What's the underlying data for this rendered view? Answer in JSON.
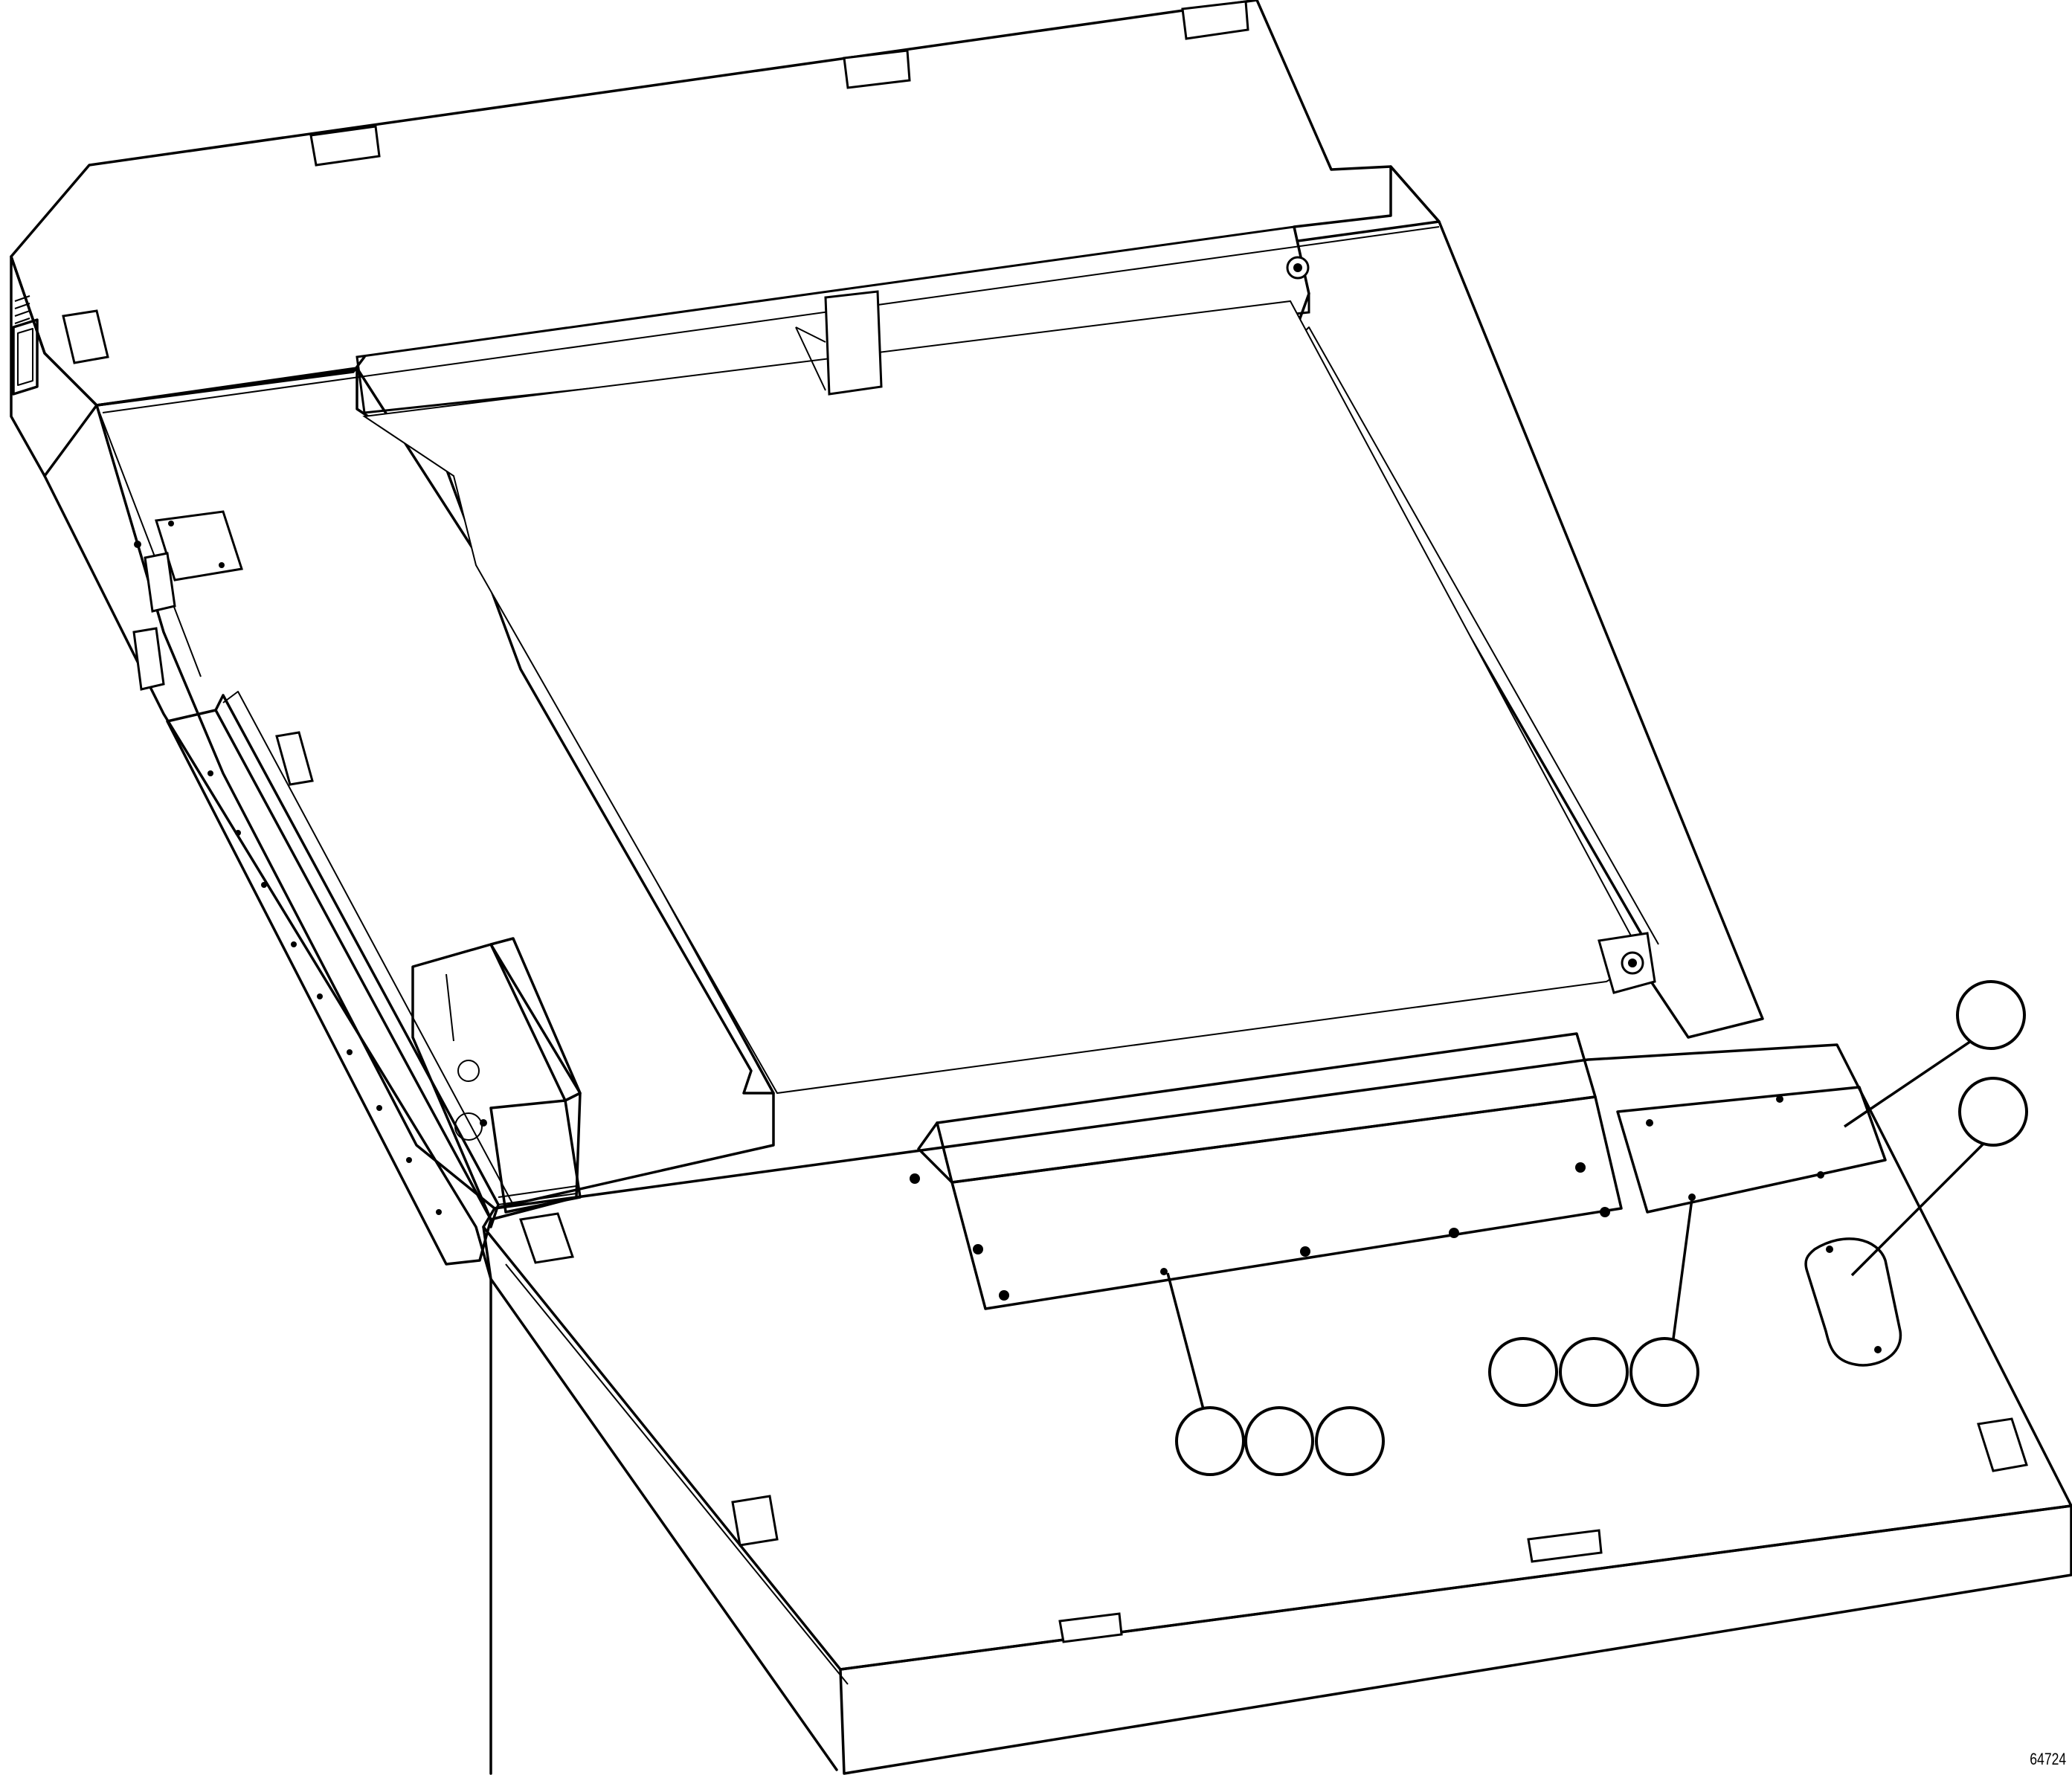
{
  "figure": {
    "figure_number": "64724",
    "callouts": [
      {
        "id": "callout-a"
      },
      {
        "id": "callout-b"
      },
      {
        "id": "callout-c"
      },
      {
        "id": "callout-d"
      },
      {
        "id": "callout-e"
      },
      {
        "id": "callout-f"
      },
      {
        "id": "callout-g"
      },
      {
        "id": "callout-h"
      }
    ]
  },
  "colors": {
    "line": "#000000",
    "background": "#ffffff"
  }
}
